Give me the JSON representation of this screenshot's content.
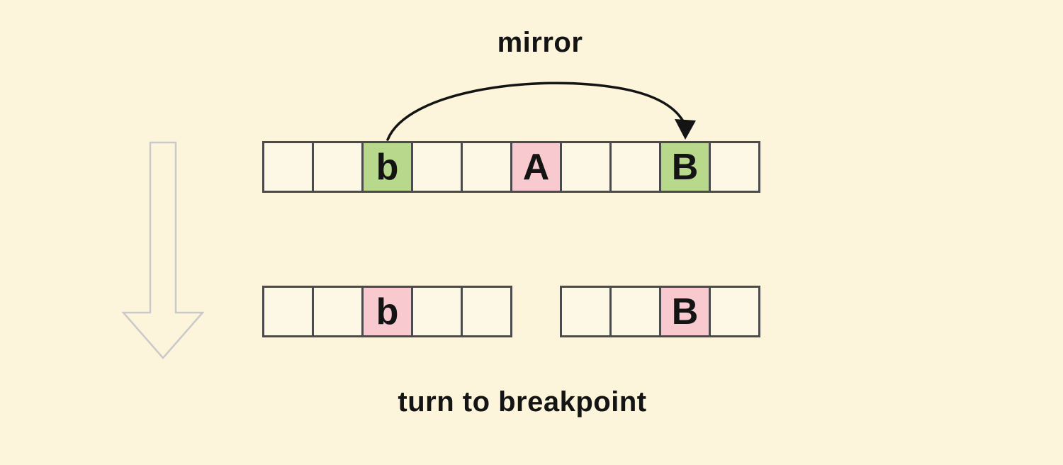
{
  "labels": {
    "mirror": "mirror",
    "caption": "turn to breakpoint"
  },
  "mirror_arrow": {
    "from_label": "b",
    "to_label": "B"
  },
  "colors": {
    "background": "#fcf5dc",
    "cell_background": "#fdf8e6",
    "cell_green": "#b8d98c",
    "cell_pink": "#f8c9ce",
    "cell_border": "#4b4b4b",
    "ink": "#141414",
    "down_arrow_outline": "#c9c9c9"
  },
  "arrays": {
    "top": {
      "cells": [
        {
          "label": "",
          "highlight": "none"
        },
        {
          "label": "",
          "highlight": "none"
        },
        {
          "label": "b",
          "highlight": "green"
        },
        {
          "label": "",
          "highlight": "none"
        },
        {
          "label": "",
          "highlight": "none"
        },
        {
          "label": "A",
          "highlight": "pink"
        },
        {
          "label": "",
          "highlight": "none"
        },
        {
          "label": "",
          "highlight": "none"
        },
        {
          "label": "B",
          "highlight": "green"
        },
        {
          "label": "",
          "highlight": "none"
        }
      ]
    },
    "bottom_left": {
      "cells": [
        {
          "label": "",
          "highlight": "none"
        },
        {
          "label": "",
          "highlight": "none"
        },
        {
          "label": "b",
          "highlight": "pink"
        },
        {
          "label": "",
          "highlight": "none"
        },
        {
          "label": "",
          "highlight": "none"
        }
      ]
    },
    "bottom_right": {
      "cells": [
        {
          "label": "",
          "highlight": "none"
        },
        {
          "label": "",
          "highlight": "none"
        },
        {
          "label": "B",
          "highlight": "pink"
        },
        {
          "label": "",
          "highlight": "none"
        }
      ]
    }
  }
}
